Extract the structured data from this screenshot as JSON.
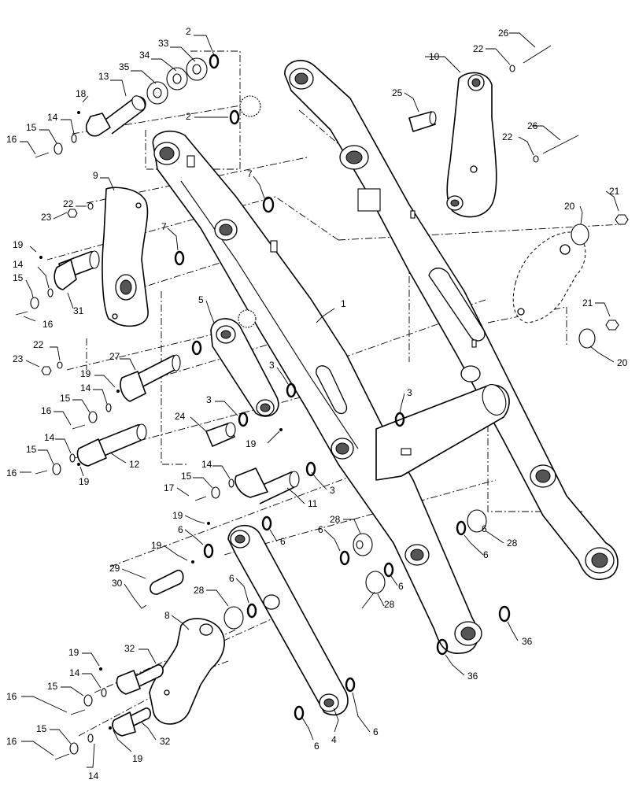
{
  "diagram": {
    "callouts": [
      {
        "id": "c-2a",
        "text": "2"
      },
      {
        "id": "c-33",
        "text": "33"
      },
      {
        "id": "c-34",
        "text": "34"
      },
      {
        "id": "c-35",
        "text": "35"
      },
      {
        "id": "c-13",
        "text": "13"
      },
      {
        "id": "c-18",
        "text": "18"
      },
      {
        "id": "c-14a",
        "text": "14"
      },
      {
        "id": "c-15a",
        "text": "15"
      },
      {
        "id": "c-16a",
        "text": "16"
      },
      {
        "id": "c-2b",
        "text": "2"
      },
      {
        "id": "c-9",
        "text": "9"
      },
      {
        "id": "c-22a",
        "text": "22"
      },
      {
        "id": "c-23a",
        "text": "23"
      },
      {
        "id": "c-7a",
        "text": "7"
      },
      {
        "id": "c-7b",
        "text": "7"
      },
      {
        "id": "c-19a",
        "text": "19"
      },
      {
        "id": "c-14b",
        "text": "14"
      },
      {
        "id": "c-15b",
        "text": "15"
      },
      {
        "id": "c-31",
        "text": "31"
      },
      {
        "id": "c-16b",
        "text": "16"
      },
      {
        "id": "c-22b",
        "text": "22"
      },
      {
        "id": "c-23b",
        "text": "23"
      },
      {
        "id": "c-27",
        "text": "27"
      },
      {
        "id": "c-19b",
        "text": "19"
      },
      {
        "id": "c-14c",
        "text": "14"
      },
      {
        "id": "c-15c",
        "text": "15"
      },
      {
        "id": "c-16c",
        "text": "16"
      },
      {
        "id": "c-14d",
        "text": "14"
      },
      {
        "id": "c-15d",
        "text": "15"
      },
      {
        "id": "c-16d",
        "text": "16"
      },
      {
        "id": "c-19c",
        "text": "19"
      },
      {
        "id": "c-12",
        "text": "12"
      },
      {
        "id": "c-5",
        "text": "5"
      },
      {
        "id": "c-3a",
        "text": "3"
      },
      {
        "id": "c-3b",
        "text": "3"
      },
      {
        "id": "c-24",
        "text": "24"
      },
      {
        "id": "c-19d",
        "text": "19"
      },
      {
        "id": "c-1",
        "text": "1"
      },
      {
        "id": "c-3c",
        "text": "3"
      },
      {
        "id": "c-14e",
        "text": "14"
      },
      {
        "id": "c-15e",
        "text": "15"
      },
      {
        "id": "c-17",
        "text": "17"
      },
      {
        "id": "c-11",
        "text": "11"
      },
      {
        "id": "c-3d",
        "text": "3"
      },
      {
        "id": "c-19e",
        "text": "19"
      },
      {
        "id": "c-6a",
        "text": "6"
      },
      {
        "id": "c-6b",
        "text": "6"
      },
      {
        "id": "c-19f",
        "text": "19"
      },
      {
        "id": "c-29",
        "text": "29"
      },
      {
        "id": "c-30",
        "text": "30"
      },
      {
        "id": "c-6c",
        "text": "6"
      },
      {
        "id": "c-28a",
        "text": "28"
      },
      {
        "id": "c-28b",
        "text": "28"
      },
      {
        "id": "c-6d",
        "text": "6"
      },
      {
        "id": "c-6e",
        "text": "6"
      },
      {
        "id": "c-8",
        "text": "8"
      },
      {
        "id": "c-28c",
        "text": "28"
      },
      {
        "id": "c-6f",
        "text": "6"
      },
      {
        "id": "c-32a",
        "text": "32"
      },
      {
        "id": "c-19g",
        "text": "19"
      },
      {
        "id": "c-14f",
        "text": "14"
      },
      {
        "id": "c-15f",
        "text": "15"
      },
      {
        "id": "c-16e",
        "text": "16"
      },
      {
        "id": "c-15g",
        "text": "15"
      },
      {
        "id": "c-16f",
        "text": "16"
      },
      {
        "id": "c-14g",
        "text": "14"
      },
      {
        "id": "c-19h",
        "text": "19"
      },
      {
        "id": "c-32b",
        "text": "32"
      },
      {
        "id": "c-4",
        "text": "4"
      },
      {
        "id": "c-6g",
        "text": "6"
      },
      {
        "id": "c-6h",
        "text": "6"
      },
      {
        "id": "c-36a",
        "text": "36"
      },
      {
        "id": "c-36b",
        "text": "36"
      },
      {
        "id": "c-26a",
        "text": "26"
      },
      {
        "id": "c-22c",
        "text": "22"
      },
      {
        "id": "c-10",
        "text": "10"
      },
      {
        "id": "c-25",
        "text": "25"
      },
      {
        "id": "c-26b",
        "text": "26"
      },
      {
        "id": "c-22d",
        "text": "22"
      },
      {
        "id": "c-21a",
        "text": "21"
      },
      {
        "id": "c-20a",
        "text": "20"
      },
      {
        "id": "c-21b",
        "text": "21"
      },
      {
        "id": "c-20b",
        "text": "20"
      },
      {
        "id": "c-28d",
        "text": "28"
      },
      {
        "id": "c-6i",
        "text": "6"
      }
    ]
  }
}
